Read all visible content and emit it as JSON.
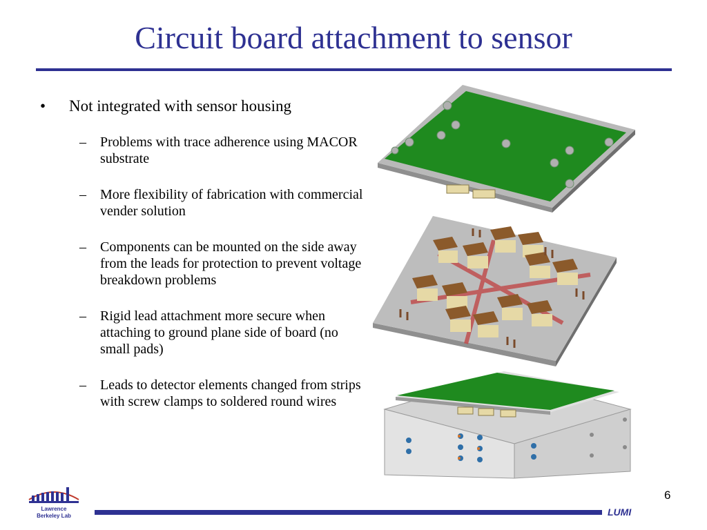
{
  "slide": {
    "title": "Circuit board attachment to sensor",
    "page_number": "6",
    "footer_label": "LUMI"
  },
  "bullets": {
    "main": {
      "marker": "•",
      "text": "Not integrated with sensor housing"
    },
    "sub_marker": "–",
    "sub": [
      "Problems with trace adherence using MACOR substrate",
      "More flexibility of fabrication with commercial vender solution",
      "Components can be mounted on the side away from the leads for protection to prevent voltage breakdown problems",
      "Rigid lead attachment more secure when attaching to ground plane side of board (no small pads)",
      "Leads to detector elements changed from strips with screw clamps to soldered round wires"
    ]
  },
  "logo": {
    "line1": "Lawrence",
    "line2": "Berkeley Lab"
  },
  "colors": {
    "accent": "#2e3192",
    "board_green": "#1f8a1f",
    "board_gray": "#c8c8c8"
  }
}
